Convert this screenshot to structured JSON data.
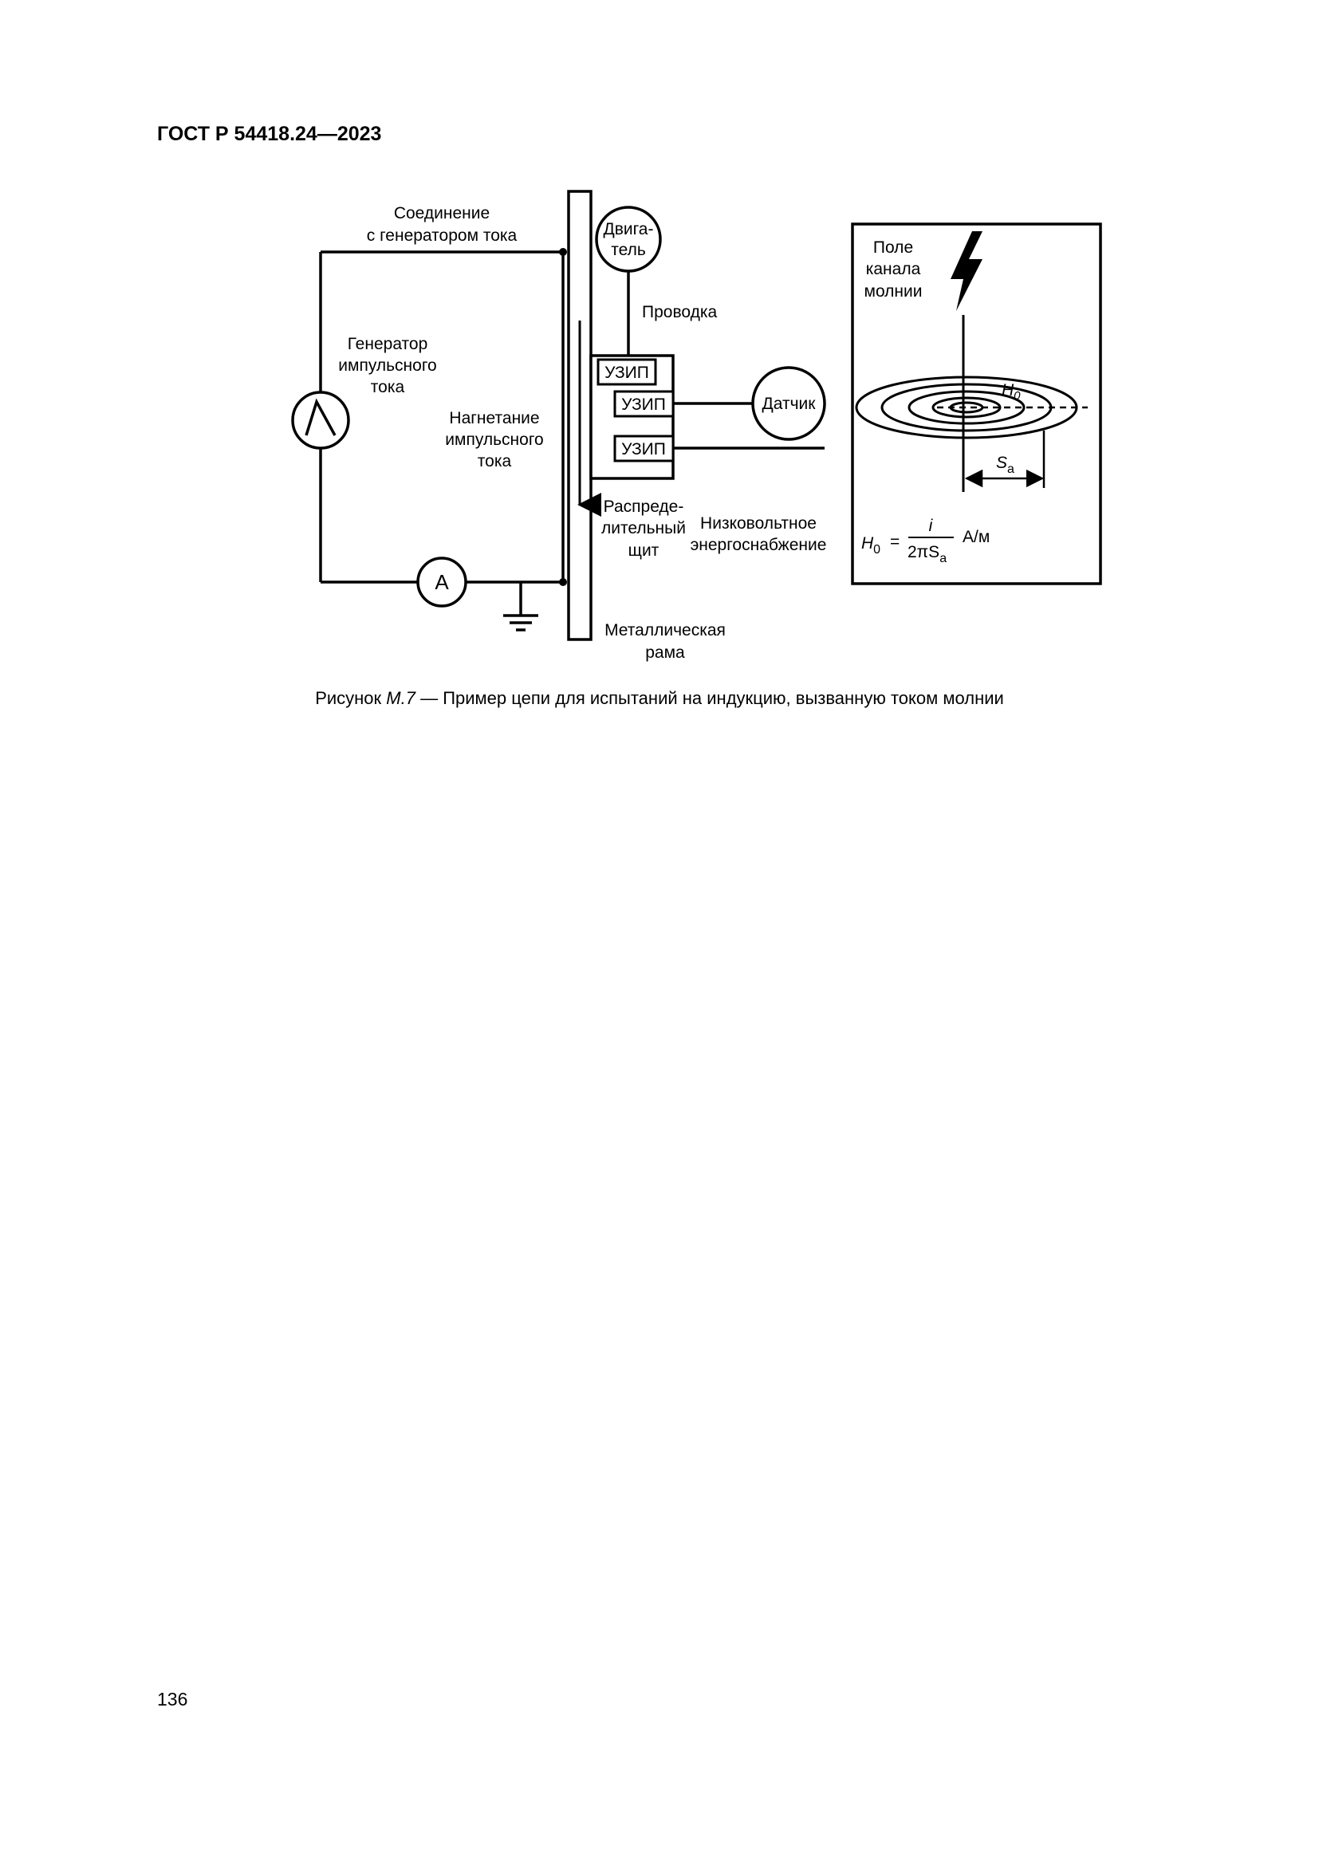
{
  "header": {
    "standard": "ГОСТ Р 54418.24—2023"
  },
  "figure": {
    "labels": {
      "connection_l1": "Соединение",
      "connection_l2": "с генератором тока",
      "generator_l1": "Генератор",
      "generator_l2": "импульсного",
      "generator_l3": "тока",
      "injection_l1": "Нагнетание",
      "injection_l2": "импульсного",
      "injection_l3": "тока",
      "motor_l1": "Двига-",
      "motor_l2": "тель",
      "wiring": "Проводка",
      "spd1": "УЗИП",
      "spd2": "УЗИП",
      "spd3": "УЗИП",
      "sensor": "Датчик",
      "board_l1": "Распреде-",
      "board_l2": "лительный",
      "board_l3": "щит",
      "lv_l1": "Низковольтное",
      "lv_l2": "энергоснабжение",
      "frame_l1": "Металлическая",
      "frame_l2": "рама",
      "ammeter": "A",
      "field_l1": "Поле",
      "field_l2": "канала",
      "field_l3": "молнии",
      "h0_symbol": "H",
      "h0_sub": "0",
      "sa_symbol": "S",
      "sa_sub": "a",
      "formula_lhs": "H",
      "formula_lhs_sub": "0",
      "formula_eq": "=",
      "formula_num": "i",
      "formula_den": "2πS",
      "formula_den_sub": "a",
      "formula_unit": "А/м"
    }
  },
  "caption": {
    "prefix": "Рисунок ",
    "number": "М.7",
    "text": " — Пример цепи для испытаний на индукцию, вызванную током молнии"
  },
  "page_number": "136"
}
